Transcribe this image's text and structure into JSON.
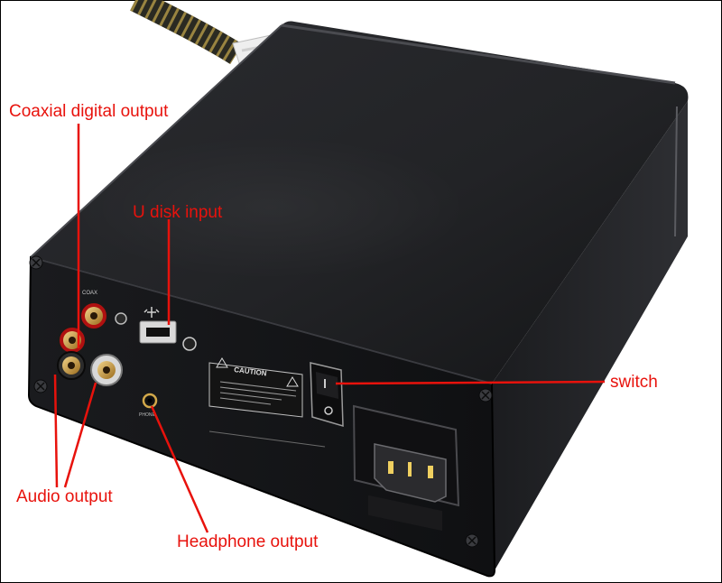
{
  "labels": {
    "coaxial": "Coaxial digital output",
    "udisk": "U disk input",
    "switch": "switch",
    "audio": "Audio output",
    "headphone": "Headphone output"
  },
  "panel_text": {
    "coax": "COAX",
    "caution": "CAUTION",
    "phone": "PHONE"
  },
  "colors": {
    "callout": "#e8120c",
    "chassis": "#1c1d20",
    "background": "#ffffff"
  },
  "icons": [
    "usb-port-icon",
    "rca-jack-icon",
    "headphone-jack-icon",
    "rocker-switch-icon",
    "power-inlet-icon",
    "warning-icon"
  ]
}
